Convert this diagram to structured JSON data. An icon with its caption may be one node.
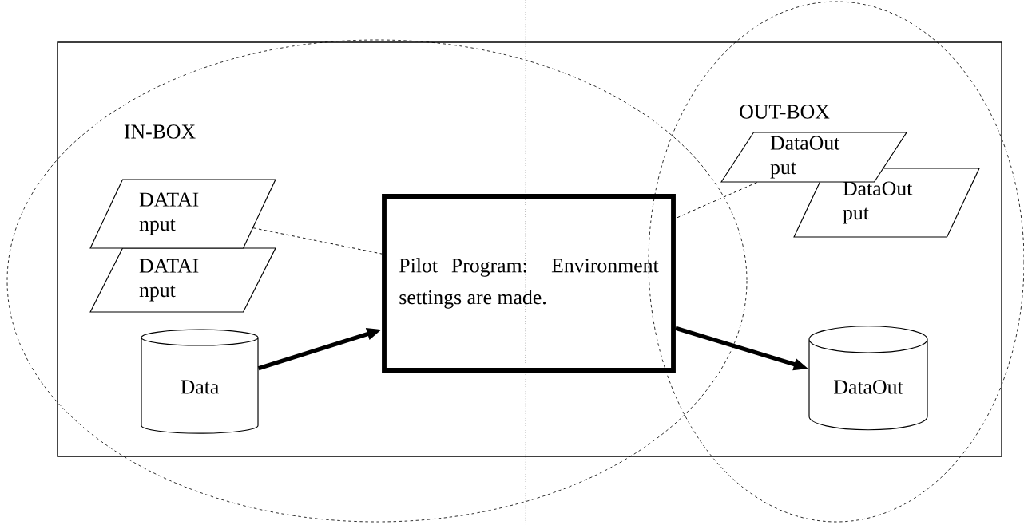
{
  "diagram": {
    "nodes": [
      {
        "text": [],
        "shape": "box"
      },
      {
        "text": [
          "DATAI nput"
        ],
        "in": 0
      },
      {
        "text": [
          "DATAI nput"
        ],
        "in": 0
      },
      {
        "text": [
          "Data"
        ],
        "in": 0
      },
      {
        "text": [
          "Pilot Program: Environment settings are made."
        ],
        "in": 0
      },
      {
        "text": [
          "DataOut put"
        ],
        "in": 0
      },
      {
        "text": [
          "DataOut put"
        ],
        "in": 0
      },
      {
        "text": [
          "DataOut"
        ],
        "in": 0
      }
    ],
    "edges": [
      {
        "from": 3,
        "to": 4,
        "arrow": "to",
        "style": "thick"
      },
      {
        "from": 4,
        "to": 7,
        "arrow": "to",
        "style": "thick"
      },
      {
        "from": 1,
        "to": 4,
        "arrow": "none",
        "style": "dashed"
      },
      {
        "from": 5,
        "to": 4,
        "arrow": "none",
        "style": "dashed"
      }
    ],
    "labels": [
      "IN-BOX",
      "OUT-BOX"
    ]
  }
}
